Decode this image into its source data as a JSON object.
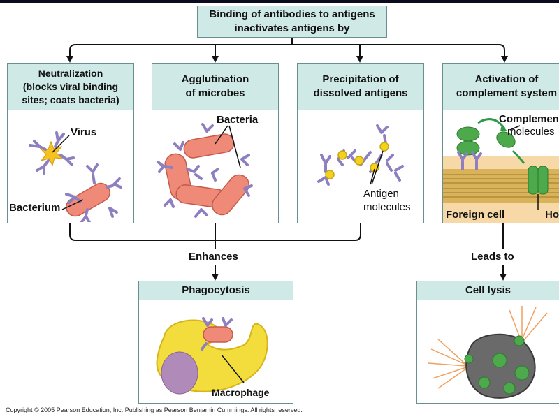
{
  "title": {
    "line1": "Binding of antibodies to antigens",
    "line2": "inactivates antigens by"
  },
  "boxes": {
    "neutralization": {
      "header": [
        "Neutralization",
        "(blocks viral binding",
        "sites; coats bacteria)"
      ],
      "labels": {
        "virus": "Virus",
        "bacterium": "Bacterium"
      }
    },
    "agglutination": {
      "header": [
        "Agglutination",
        "of microbes"
      ],
      "labels": {
        "bacteria": "Bacteria"
      }
    },
    "precipitation": {
      "header": [
        "Precipitation of",
        "dissolved antigens"
      ],
      "labels": {
        "antigen1": "Antigen",
        "antigen2": "molecules"
      }
    },
    "complement": {
      "header": [
        "Activation of",
        "complement system"
      ],
      "labels": {
        "complement1": "Complement",
        "complement2": "molecules",
        "foreign_cell": "Foreign cell",
        "hole": "Hole"
      }
    },
    "phagocytosis": {
      "header": "Phagocytosis",
      "labels": {
        "macrophage": "Macrophage"
      }
    },
    "lysis": {
      "header": "Cell lysis"
    }
  },
  "connectors": {
    "enhances": "Enhances",
    "leads_to": "Leads to"
  },
  "copyright": "Copyright © 2005 Pearson Education, Inc. Publishing as Pearson Benjamin Cummings. All rights reserved.",
  "colors": {
    "header_fill": "#cfe9e6",
    "antibody": "#8e7fc0",
    "bacterium": "#f08a78",
    "antigen": "#f2d21e",
    "membrane": "#d9b25a",
    "complement": "#4caa4c",
    "macrophage": "#f2dd3c",
    "nucleus": "#b08ab8"
  }
}
